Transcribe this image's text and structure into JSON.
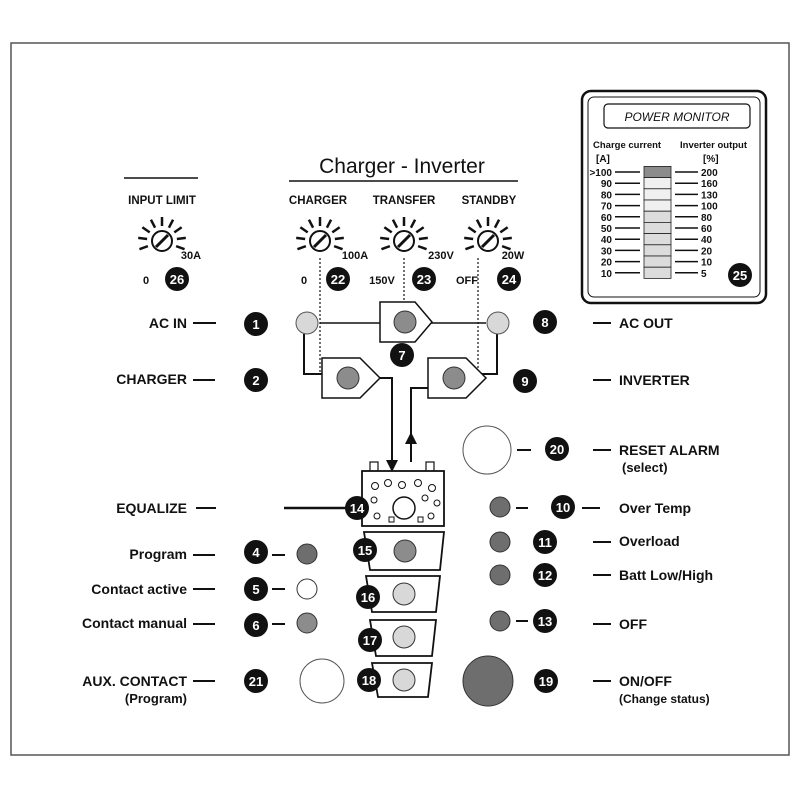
{
  "header": {
    "title": "Charger - Inverter"
  },
  "knobs": {
    "input_limit": {
      "label": "INPUT LIMIT",
      "min": "0",
      "max": "30A",
      "num": "26"
    },
    "charger": {
      "label": "CHARGER",
      "min": "0",
      "max": "100A",
      "num": "22"
    },
    "transfer": {
      "label": "TRANSFER",
      "min": "150V",
      "max": "230V",
      "num": "23"
    },
    "standby": {
      "label": "STANDBY",
      "min": "OFF",
      "max": "20W",
      "num": "24"
    }
  },
  "power_monitor": {
    "title": "POWER MONITOR",
    "left_header": "Charge current",
    "right_header": "Inverter output",
    "left_unit": "[A]",
    "right_unit": "[%]",
    "left_scale": [
      ">100",
      "90",
      "80",
      "70",
      "60",
      "50",
      "40",
      "30",
      "20",
      "10"
    ],
    "right_scale": [
      "200",
      "160",
      "130",
      "100",
      "80",
      "60",
      "40",
      "20",
      "10",
      "5"
    ],
    "num": "25"
  },
  "left_labels": {
    "ac_in": "AC IN",
    "charger": "CHARGER",
    "equalize": "EQUALIZE",
    "program": "Program",
    "contact_active": "Contact active",
    "contact_manual": "Contact manual",
    "aux_contact": "AUX. CONTACT",
    "aux_contact_sub": "(Program)"
  },
  "right_labels": {
    "ac_out": "AC OUT",
    "inverter": "INVERTER",
    "reset_alarm": "RESET ALARM",
    "reset_alarm_sub": "(select)",
    "over_temp": "Over Temp",
    "overload": "Overload",
    "batt_low_high": "Batt Low/High",
    "off": "OFF",
    "on_off": "ON/OFF",
    "on_off_sub": "(Change status)"
  },
  "numbers": {
    "n1": "1",
    "n2": "2",
    "n4": "4",
    "n5": "5",
    "n6": "6",
    "n7": "7",
    "n8": "8",
    "n9": "9",
    "n10": "10",
    "n11": "11",
    "n12": "12",
    "n13": "13",
    "n14": "14",
    "n15": "15",
    "n16": "16",
    "n17": "17",
    "n18": "18",
    "n19": "19",
    "n20": "20",
    "n21": "21"
  },
  "colors": {
    "led_dark": "#6e6e6e",
    "led_medium": "#8c8c8c",
    "led_light": "#d8d8d8",
    "badge": "#111111"
  }
}
